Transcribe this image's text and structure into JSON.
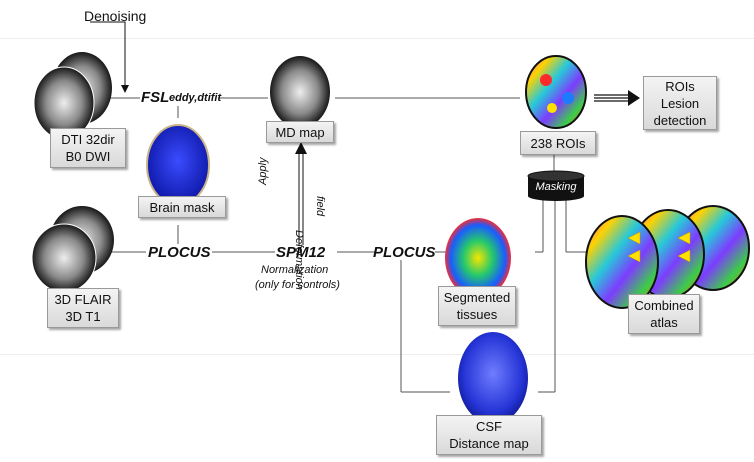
{
  "labels": {
    "denoising": "Denoising",
    "fsl": "FSL",
    "fsl_sub": "eddy,dtifit",
    "plocus_left": "PLOCUS",
    "spm12": "SPM12",
    "normalization": "Normalization",
    "only_controls": "(only for controls)",
    "plocus_right": "PLOCUS",
    "apply": "Apply",
    "deformation": "Deformation",
    "field": "field",
    "masking": "Masking"
  },
  "boxes": {
    "dti": [
      "DTI 32dir",
      "B0 DWI"
    ],
    "brain_mask": [
      "Brain mask"
    ],
    "flair": [
      "3D FLAIR",
      "3D T1"
    ],
    "md_map": [
      "MD map"
    ],
    "rois_238": [
      "238 ROIs"
    ],
    "rois_lesion": [
      "ROIs",
      "Lesion",
      "detection"
    ],
    "segmented": [
      "Segmented",
      "tissues"
    ],
    "combined_atlas": [
      "Combined",
      "atlas"
    ],
    "csf_map": [
      "CSF",
      "Distance map"
    ]
  },
  "colors": {
    "line": "#555555",
    "arrow": "#111111",
    "brain_mask_blue": "#1a2bd6",
    "csf_blue": "#2a3ad8",
    "masking_cylinder": "#111111"
  },
  "icons": {
    "brain": "brain-scan-icon",
    "cylinder": "masking-cylinder-icon"
  }
}
